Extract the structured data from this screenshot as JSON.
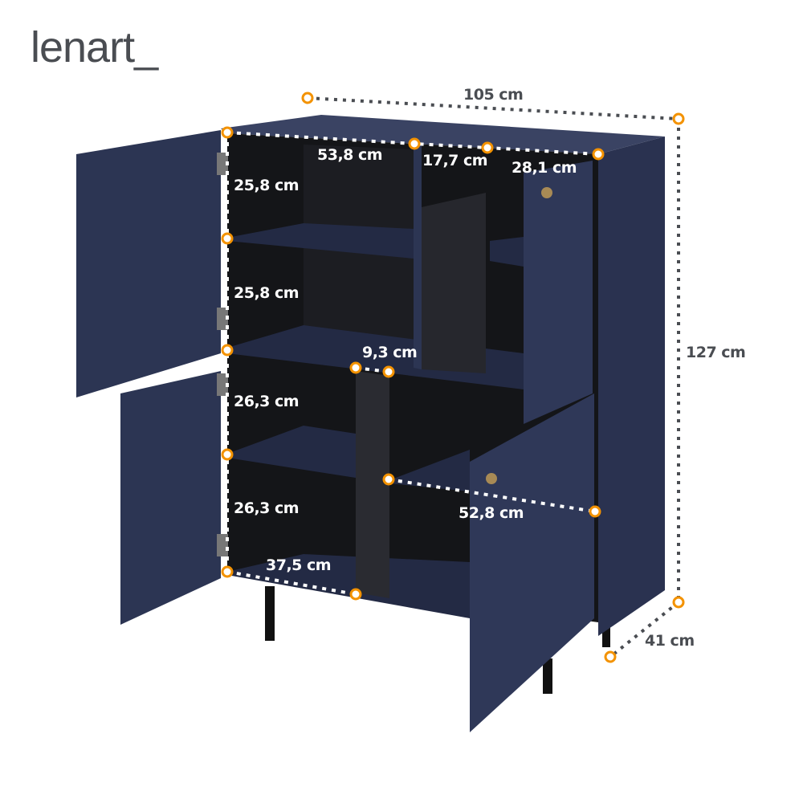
{
  "brand": {
    "logo_text": "lenart_"
  },
  "colors": {
    "cabinet": "#2c3553",
    "interior": "#141518",
    "marker": "#f39200",
    "dim_dark": "#4a4d52"
  },
  "dimensions": {
    "overall_width": "105 cm",
    "overall_height": "127 cm",
    "overall_depth": "41 cm",
    "top_left_compartment_width": "53,8 cm",
    "top_middle_compartment_width": "17,7 cm",
    "top_right_compartment_width": "28,1 cm",
    "shelf_height_1": "25,8 cm",
    "shelf_height_2": "25,8 cm",
    "shelf_height_3": "26,3 cm",
    "shelf_height_4": "26,3 cm",
    "divider_gap": "9,3 cm",
    "bottom_left_width": "37,5 cm",
    "bottom_right_width": "52,8 cm"
  }
}
